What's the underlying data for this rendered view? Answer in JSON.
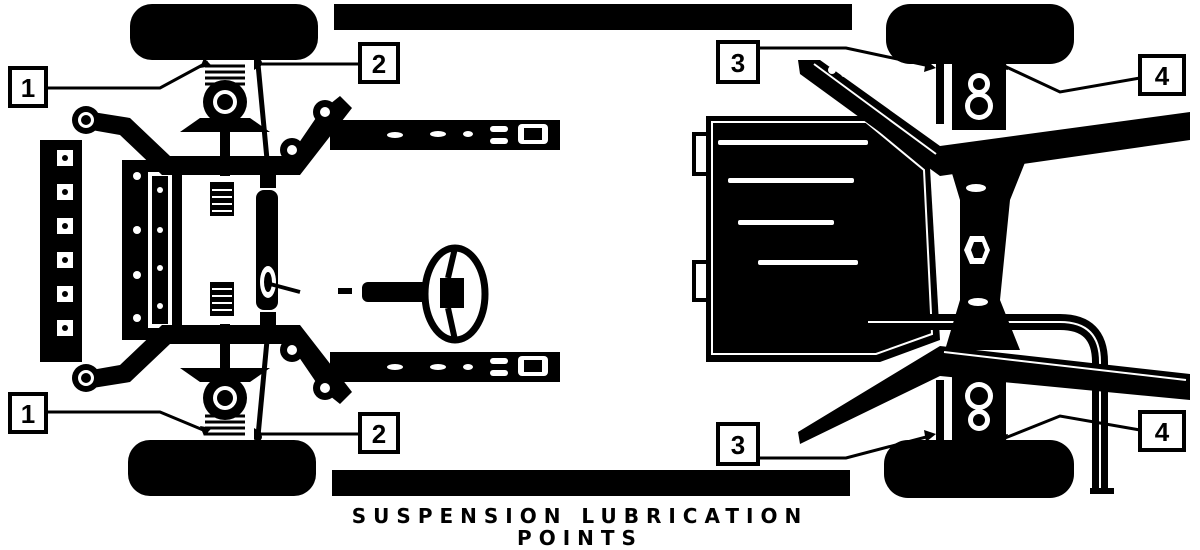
{
  "callouts": {
    "c1_top": "1",
    "c1_bottom": "1",
    "c2_top": "2",
    "c2_bottom": "2",
    "c3_top": "3",
    "c3_bottom": "3",
    "c4_top": "4",
    "c4_bottom": "4"
  },
  "caption": {
    "line1": "SUSPENSION LUBRICATION",
    "line2": "POINTS"
  },
  "colors": {
    "ink": "#000000",
    "paper": "#ffffff"
  }
}
